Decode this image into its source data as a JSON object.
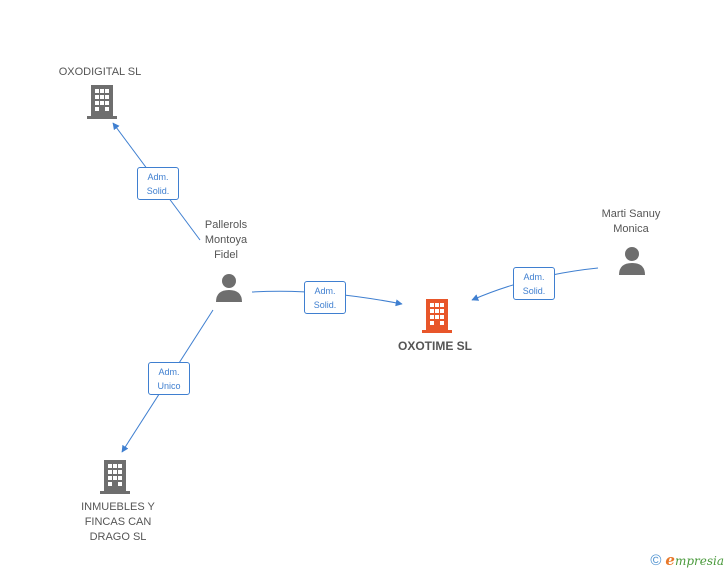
{
  "colors": {
    "edge": "#3f7fd0",
    "company": "#6e6e6e",
    "main_company": "#e8562a",
    "person": "#6e6e6e"
  },
  "nodes": {
    "oxodigital": {
      "label": "OXODIGITAL SL",
      "icon": "building-icon"
    },
    "pallerols": {
      "label": "Pallerols\nMontoya\nFidel",
      "icon": "person-icon"
    },
    "marti": {
      "label": "Marti Sanuy\nMonica",
      "icon": "person-icon"
    },
    "oxotime": {
      "label": "OXOTIME SL",
      "icon": "building-icon"
    },
    "inmuebles": {
      "label": "INMUEBLES Y\nFINCAS CAN\nDRAGO SL",
      "icon": "building-icon"
    }
  },
  "edges": {
    "e1": {
      "line1": "Adm.",
      "line2": "Solid."
    },
    "e2": {
      "line1": "Adm.",
      "line2": "Solid."
    },
    "e3": {
      "line1": "Adm.",
      "line2": "Solid."
    },
    "e4": {
      "line1": "Adm.",
      "line2": "Unico"
    }
  },
  "footer": {
    "copyright": "©",
    "brand_initial": "e",
    "brand_rest": "mpresia"
  }
}
